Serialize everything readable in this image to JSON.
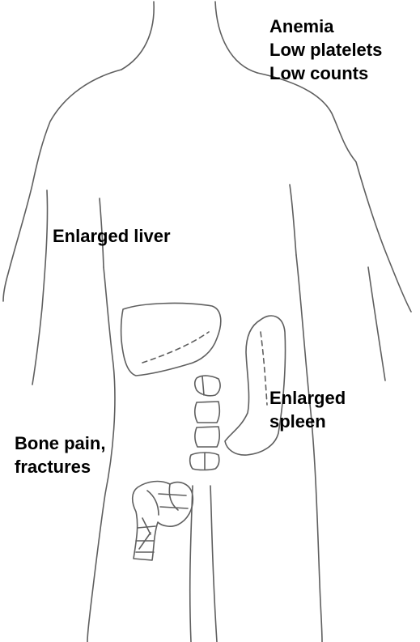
{
  "colors": {
    "outline": "#5f5f5f",
    "text": "#000000",
    "background": "#ffffff"
  },
  "labels": {
    "symptoms": [
      "Anemia",
      "Low platelets",
      "Low counts"
    ],
    "liver": "Enlarged liver",
    "spleen": [
      "Enlarged",
      "spleen"
    ],
    "bone": [
      "Bone pain,",
      "fractures"
    ]
  }
}
